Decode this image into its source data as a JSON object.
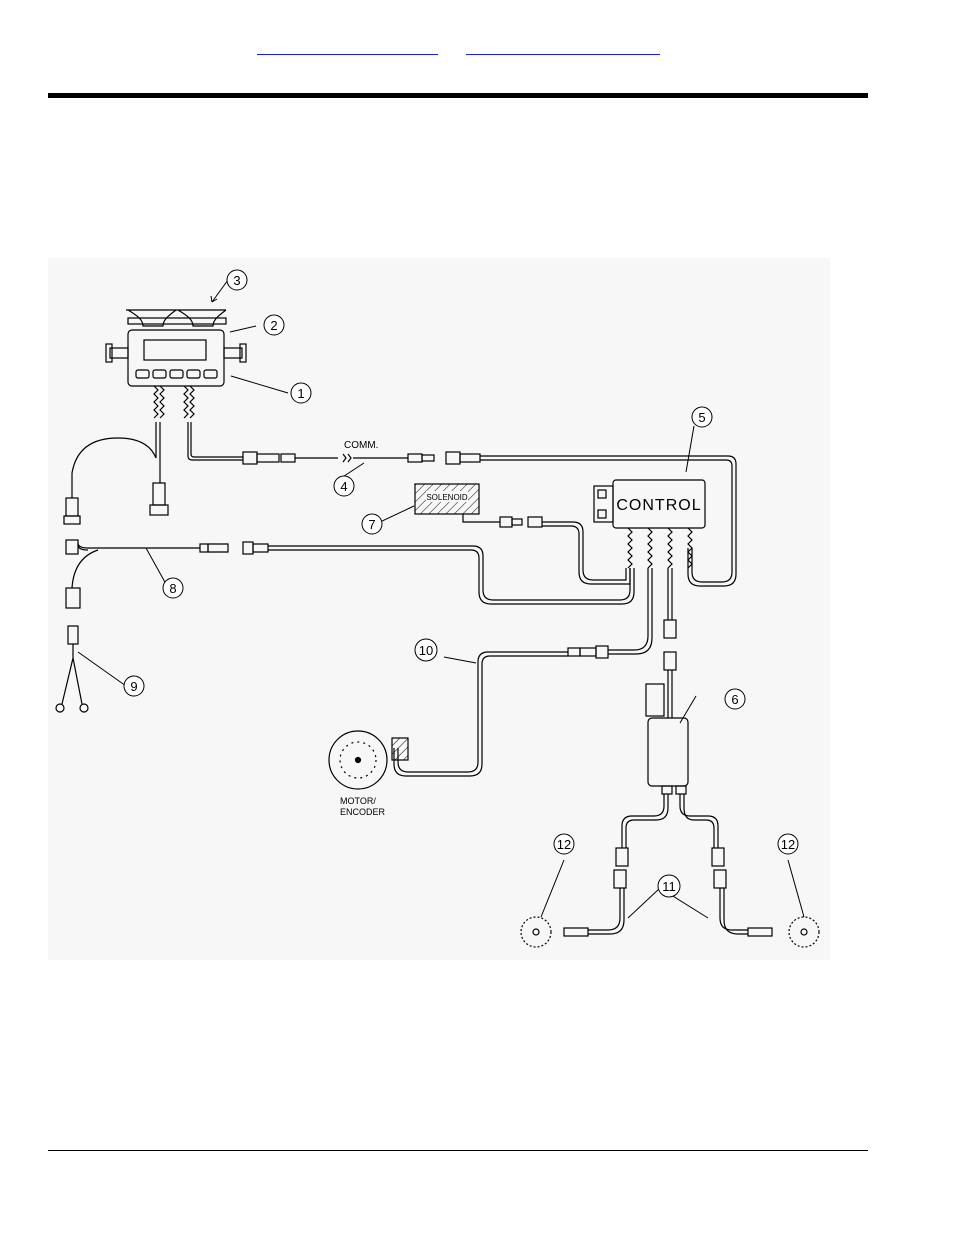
{
  "header": {
    "links": [
      {
        "text": ""
      },
      {
        "text": ""
      }
    ]
  },
  "diagram": {
    "callouts": [
      "1",
      "2",
      "3",
      "4",
      "5",
      "6",
      "7",
      "8",
      "9",
      "10",
      "11",
      "11",
      "12",
      "12"
    ],
    "text": {
      "comm": "COMM.",
      "control": "CONTROL",
      "solenoid": "SOLENOID",
      "motor_line1": "MOTOR/",
      "motor_line2": "ENCODER"
    }
  }
}
